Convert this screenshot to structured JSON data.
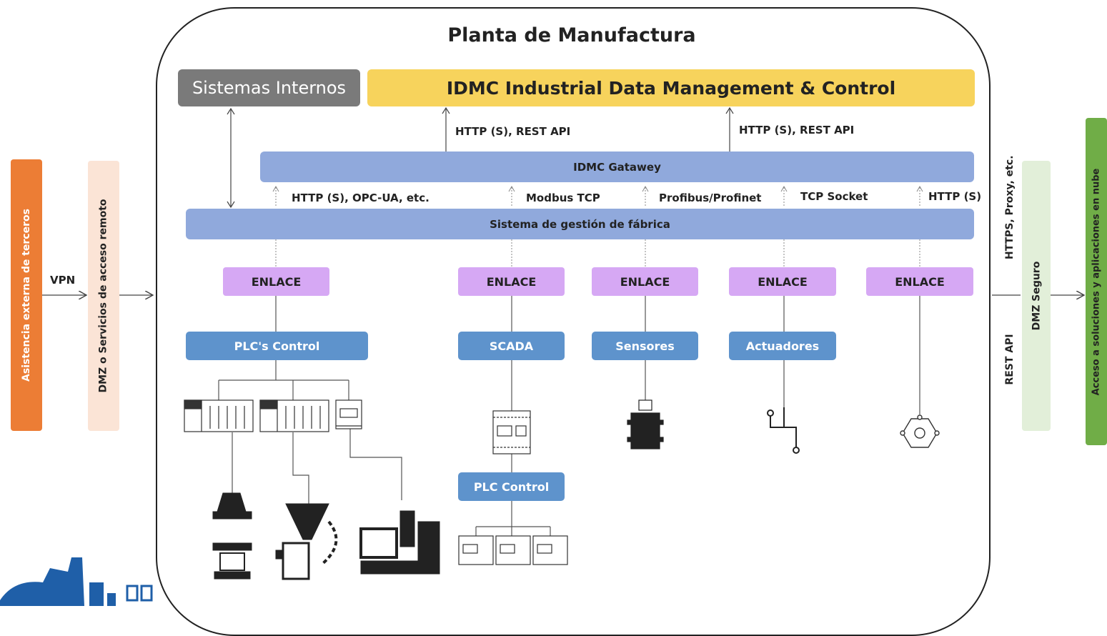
{
  "title": "Planta de Manufactura",
  "top": {
    "internos": "Sistemas Internos",
    "idmc": "IDMC Industrial Data Management & Control"
  },
  "gateway": "IDMC Gatawey",
  "sistema": "Sistema de gestión de fábrica",
  "api_labels": [
    "HTTP (S),  REST API",
    "HTTP (S),  REST API"
  ],
  "protocols": [
    "HTTP (S), OPC-UA, etc.",
    "Modbus TCP",
    "Profibus/Profinet",
    "TCP Socket",
    "HTTP (S)"
  ],
  "enlaces": [
    "ENLACE",
    "ENLACE",
    "ENLACE",
    "ENLACE",
    "ENLACE"
  ],
  "controls": [
    "PLC's Control",
    "SCADA",
    "Sensores",
    "Actuadores"
  ],
  "plc_control": "PLC Control",
  "left": {
    "asistencia": "Asistencia externa de terceros",
    "vpn": "VPN",
    "dmz": "DMZ o Servicios de acceso remoto"
  },
  "right": {
    "https": "HTTPS, Proxy, etc.",
    "rest": "REST API",
    "dmz_seguro": "DMZ Seguro",
    "cloud": "Acceso a soluciones y aplicaciones en nube"
  },
  "colors": {
    "idmc": "#f7d35c",
    "gateway": "#90a9dc",
    "enlace": "#d6a8f4",
    "control": "#5e93cc",
    "asistencia": "#ec7d35",
    "dmz": "#fbe4d6",
    "dmz_seguro": "#e2efd9",
    "cloud": "#70ad47",
    "logo": "#1f5fa8"
  }
}
